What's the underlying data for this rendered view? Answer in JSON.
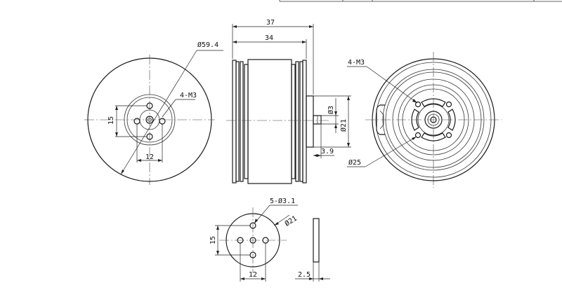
{
  "front_view": {
    "outer_diameter": "Ø59.4",
    "mount_thread": "4-M3",
    "hole_pitch_vertical": "15",
    "hole_pitch_horizontal": "12"
  },
  "side_view": {
    "overall_length": "37",
    "body_length": "34",
    "shaft_diameter": "Ø3",
    "boss_diameter": "Ø21",
    "shaft_length": "3.9"
  },
  "rear_view": {
    "mount_thread": "4-M3",
    "bolt_circle": "Ø25"
  },
  "adapter_plate": {
    "holes": "5-Ø3.1",
    "diameter": "Ø21",
    "hole_pitch_vertical": "15",
    "hole_pitch_horizontal": "12",
    "thickness": "2.5"
  }
}
